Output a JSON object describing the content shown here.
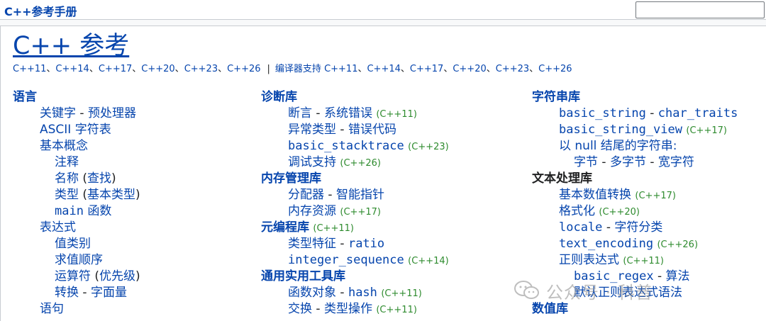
{
  "header": {
    "site_title": "C++参考手册",
    "search_value": ""
  },
  "page": {
    "title": "C++ 参考",
    "standards": [
      "C++11",
      "C++14",
      "C++17",
      "C++20",
      "C++23",
      "C++26"
    ],
    "compiler_support_label": "编译器支持",
    "compiler_standards": [
      "C++11",
      "C++14",
      "C++17",
      "C++20",
      "C++23",
      "C++26"
    ],
    "separator": "、"
  },
  "col1": {
    "lang": "语言",
    "keywords": "关键字",
    "preprocessor": "预处理器",
    "ascii": "ASCII 字符表",
    "basic_concepts": "基本概念",
    "comments": "注释",
    "names": "名称",
    "lookup": "查找",
    "types": "类型",
    "fundamental_types": "基本类型",
    "main_fn": "main",
    "fn_word": "函数",
    "expressions": "表达式",
    "value_categories": "值类别",
    "eval_order": "求值顺序",
    "operators": "运算符",
    "precedence": "优先级",
    "conversions": "转换",
    "literals": "字面量",
    "statements": "语句"
  },
  "col2": {
    "diagnostics": "诊断库",
    "assertions": "断言",
    "system_error": "系统错误",
    "system_error_ver": "(C++11)",
    "exception_types": "异常类型",
    "error_codes": "错误代码",
    "basic_stacktrace": "basic_stacktrace",
    "stacktrace_ver": "(C++23)",
    "debugging": "调试支持",
    "debugging_ver": "(C++26)",
    "memory": "内存管理库",
    "allocators": "分配器",
    "smart_pointers": "智能指针",
    "memory_resources": "内存资源",
    "memory_resources_ver": "(C++17)",
    "metaprogramming": "元编程库",
    "metaprogramming_ver": "(C++11)",
    "type_traits": "类型特征",
    "ratio": "ratio",
    "integer_sequence": "integer_sequence",
    "integer_sequence_ver": "(C++14)",
    "utilities": "通用实用工具库",
    "function_objects": "函数对象",
    "hash": "hash",
    "hash_ver": "(C++11)",
    "swap": "交换",
    "type_operations": "类型操作",
    "type_operations_ver": "(C++11)"
  },
  "col3": {
    "strings": "字符串库",
    "basic_string": "basic_string",
    "char_traits": "char_traits",
    "basic_string_view": "basic_string_view",
    "string_view_ver": "(C++17)",
    "null_terminated": "以 null 结尾的字符串:",
    "byte": "字节",
    "multibyte": "多字节",
    "wide": "宽字符",
    "text_processing": "文本处理库",
    "numeric_conversions": "基本数值转换",
    "numeric_conversions_ver": "(C++17)",
    "formatting": "格式化",
    "formatting_ver": "(C++20)",
    "locale": "locale",
    "char_classification": "字符分类",
    "text_encoding": "text_encoding",
    "text_encoding_ver": "(C++26)",
    "regex": "正则表达式",
    "regex_ver": "(C++11)",
    "basic_regex": "basic_regex",
    "algorithms": "算法",
    "default_regex_grammar": "默认正则表达式语法",
    "numerics": "数值库"
  },
  "watermark": {
    "text": "公众号 · 科普"
  },
  "colors": {
    "link": "#0645ad",
    "version": "#2e8b2e",
    "text": "#202122"
  }
}
